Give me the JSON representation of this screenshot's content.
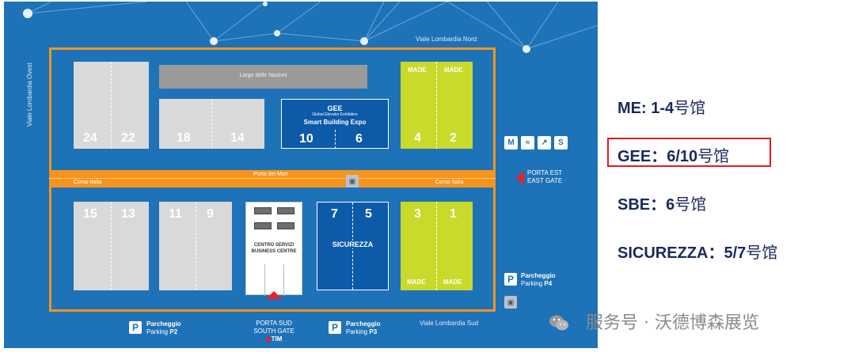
{
  "map": {
    "roads": {
      "north": "Viale Lombardia Nord",
      "west": "Viale Lombardia Ovest",
      "south": "Viale Lombardia Sud",
      "band_center": "Porta dei Mari",
      "band_left": "Corso Italia",
      "band_right": "Corso Italia",
      "nazioni": "Largo delle Nazioni"
    },
    "halls_top": [
      "24",
      "22",
      "18",
      "14",
      "10",
      "6",
      "4",
      "2"
    ],
    "halls_bottom": [
      "15",
      "13",
      "11",
      "9",
      "7",
      "5",
      "3",
      "1"
    ],
    "made_label": "MADE",
    "gee": {
      "title": "GEE",
      "subtitle": "Global Elevator Exhibition",
      "subtitle2": "Smart Building Expo"
    },
    "sicurezza": "SICUREZZA",
    "centro": "CENTRO SERVIZI\nBUSINESS CENTRE",
    "gates": {
      "east_1": "PORTA EST",
      "east_2": "EAST GATE",
      "south_1": "PORTA SUD",
      "south_2": "SOUTH GATE",
      "tim": "TIM"
    },
    "parking": [
      {
        "badge": "P",
        "line1": "Parcheggio",
        "line2a": "Parking ",
        "line2b": "P2"
      },
      {
        "badge": "P",
        "line1": "Parcheggio",
        "line2a": "Parking ",
        "line2b": "P3"
      },
      {
        "badge": "P",
        "line1": "Parcheggio",
        "line2a": "Parking ",
        "line2b": "P4"
      }
    ],
    "transit_icons": [
      "M",
      "≈",
      "↗",
      "S"
    ],
    "colors": {
      "bg": "#1e72b8",
      "orange": "#f7941d",
      "lime": "#c9da2a",
      "red": "#e8202a"
    }
  },
  "legend": [
    {
      "en": "ME: 1-4",
      "cn": "号馆"
    },
    {
      "en": "GEE：6/10",
      "cn": "号馆"
    },
    {
      "en": "SBE：6",
      "cn": "号馆"
    },
    {
      "en": "SICUREZZA：5/7",
      "cn": "号馆"
    }
  ],
  "watermark": "服务号 · 沃德博森展览"
}
